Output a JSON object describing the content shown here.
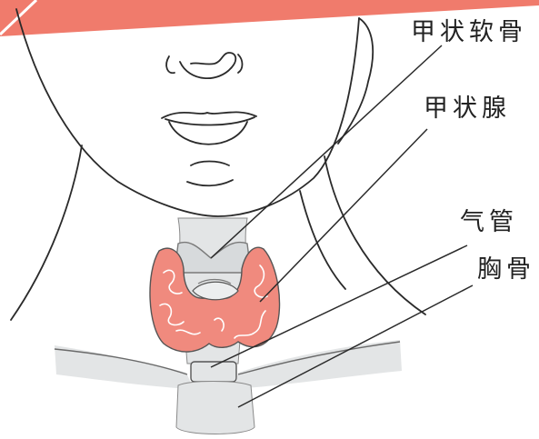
{
  "labels": {
    "thyroid_cartilage": "甲状软骨",
    "thyroid_gland": "甲状腺",
    "trachea": "气管",
    "sternum": "胸骨"
  },
  "colors": {
    "thyroid_fill": "#f08a7e",
    "banner": "#f07b6c",
    "skin_line": "#2a2a2a",
    "structure_fill": "#e3e5e6",
    "label_text": "#222222"
  }
}
